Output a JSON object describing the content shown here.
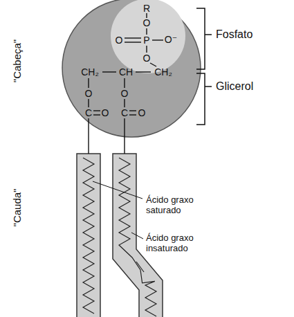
{
  "diagram": {
    "labels": [
      "\"Cabeça\"",
      "R",
      "O",
      "O",
      "P",
      "O⁻",
      "Fosfato",
      "O",
      "CH₂",
      "CH",
      "CH₂",
      "Glicerol",
      "O",
      "O",
      "C",
      "O",
      "C",
      "O",
      "\"Cauda\"",
      "Ácido graxo saturado",
      "Ácido graxo insaturado"
    ]
  }
}
